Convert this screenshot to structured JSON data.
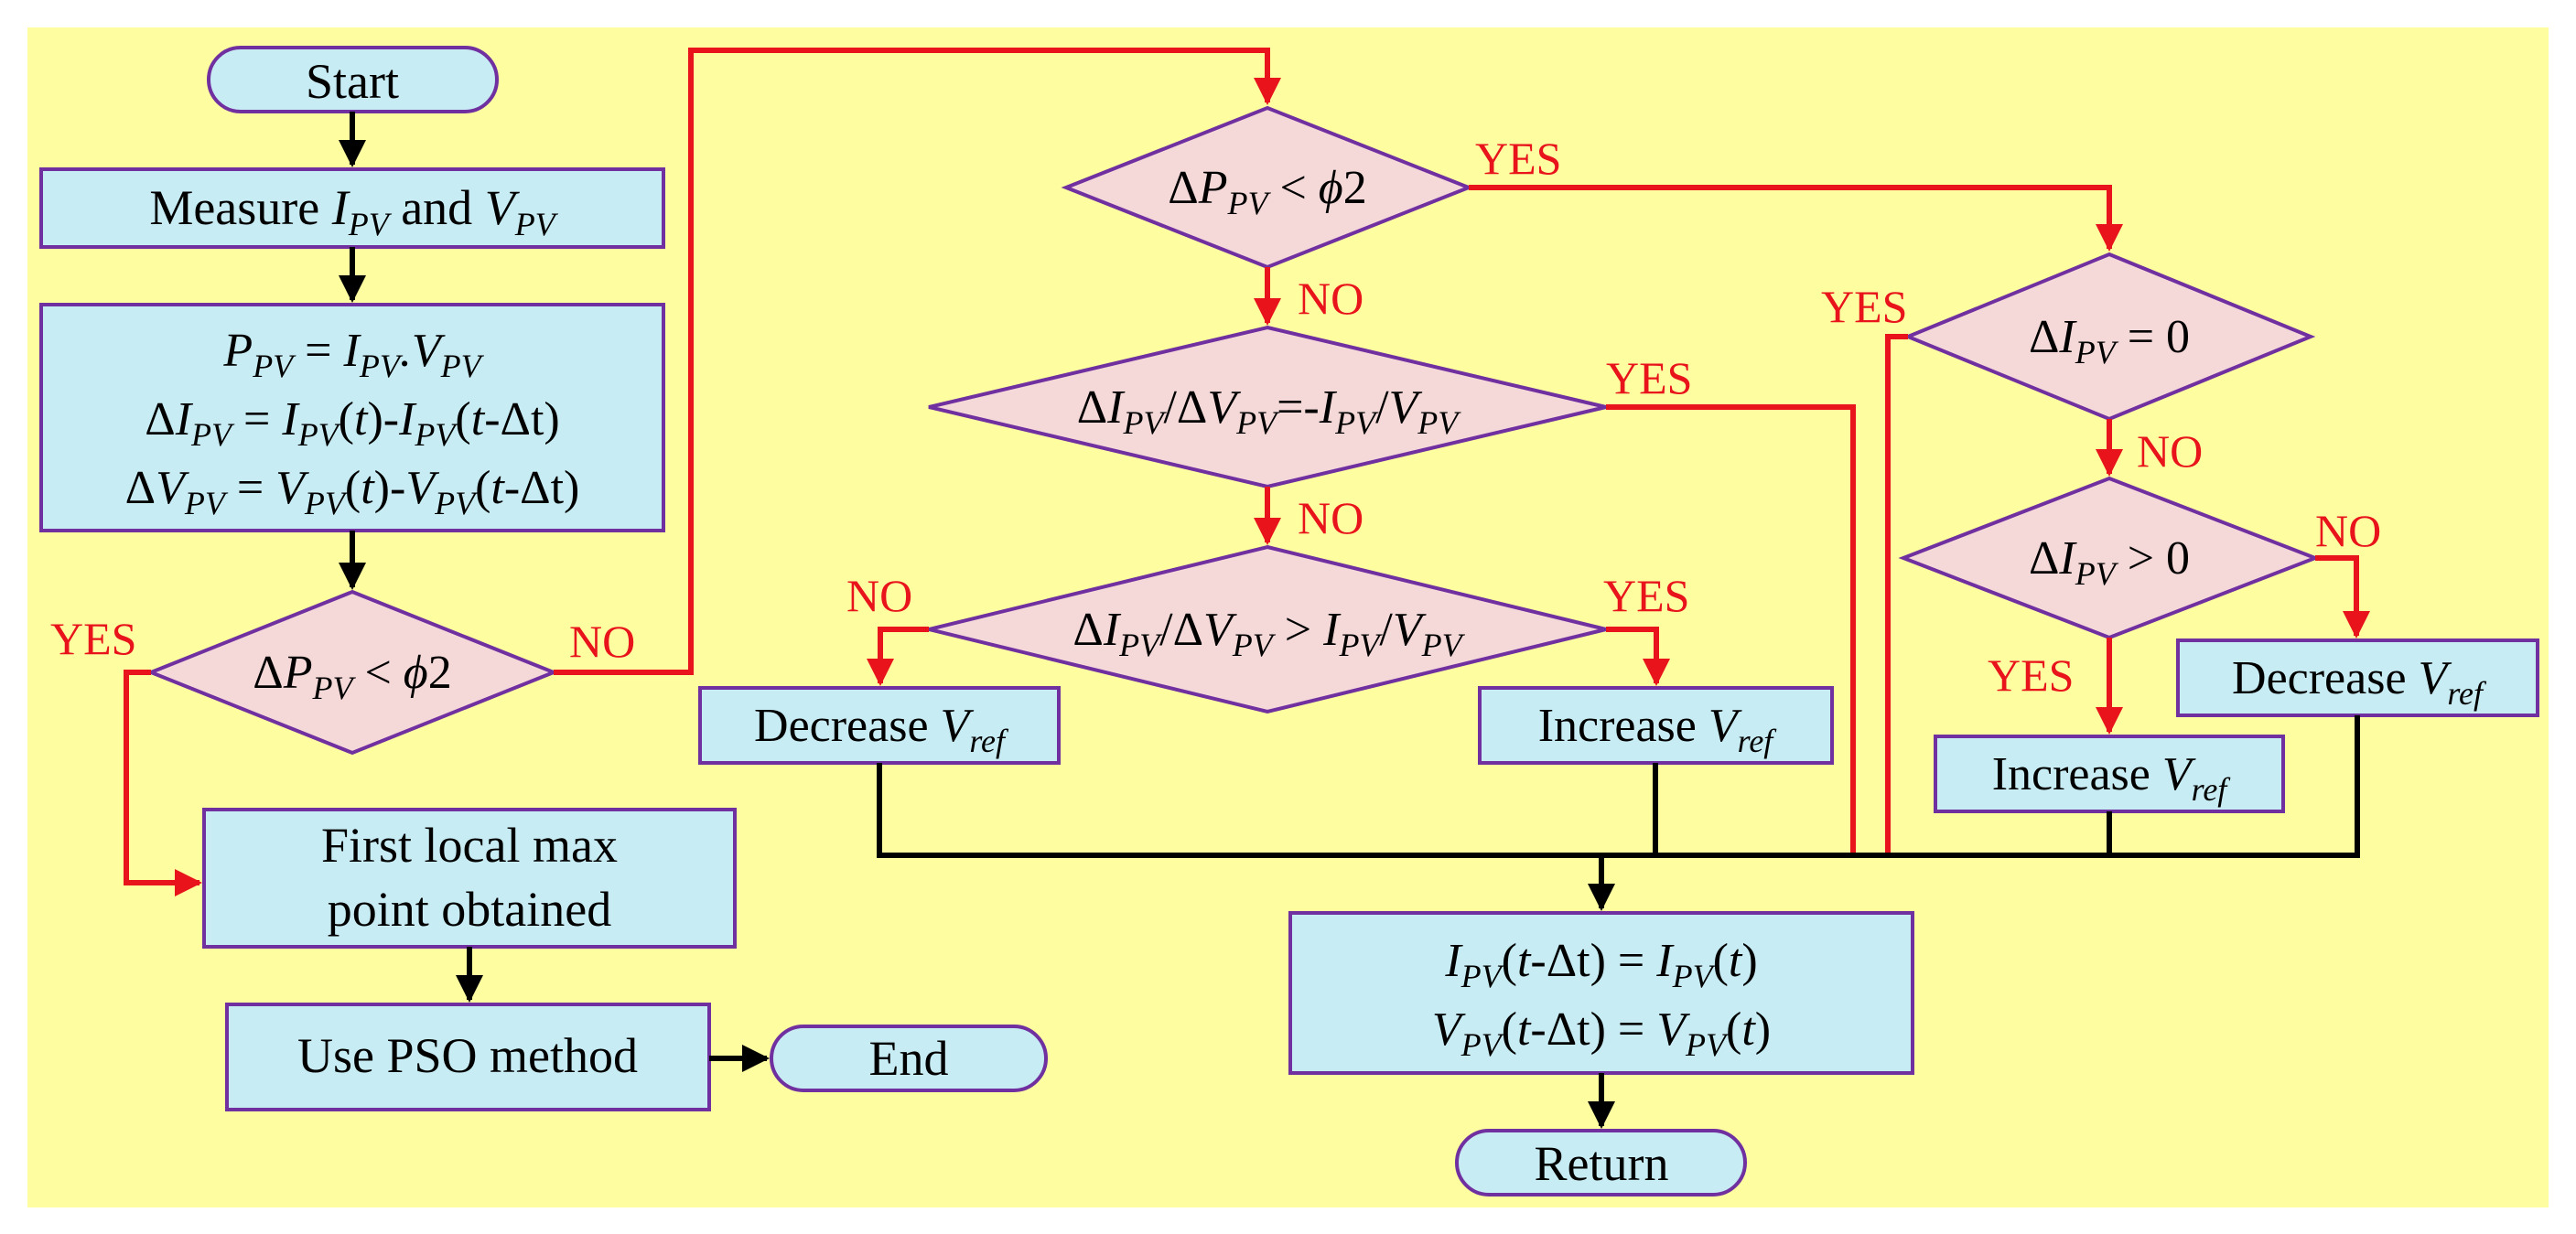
{
  "flowchart": {
    "start": "Start",
    "end": "End",
    "return": "Return",
    "measure": {
      "pre": "Measure ",
      "i": "I",
      "i_sub": "PV",
      "mid": " and ",
      "v": "V",
      "v_sub": "PV"
    },
    "calc": {
      "line1": {
        "a": "P",
        "a_sub": "PV",
        "b": " = ",
        "c": "I",
        "c_sub": "PV",
        "d": ".",
        "e": "V",
        "e_sub": "PV"
      },
      "line2": {
        "a": "Δ",
        "b": "I",
        "b_sub": "PV",
        "c": " = ",
        "d": "I",
        "d_sub": "PV",
        "e": "(",
        "f": "t",
        "g": ")-",
        "h": "I",
        "h_sub": "PV",
        "i": "(",
        "j": "t",
        "k": "-Δt)"
      },
      "line3": {
        "a": "Δ",
        "b": "V",
        "b_sub": "PV",
        "c": " = ",
        "d": "V",
        "d_sub": "PV",
        "e": "(",
        "f": "t",
        "g": ")-",
        "h": "V",
        "h_sub": "PV",
        "i": "(",
        "j": "t",
        "k": "-Δt)"
      }
    },
    "decision_left": {
      "a": "Δ",
      "b": "P",
      "b_sub": "PV",
      "c": " < ",
      "d": "ϕ",
      "e": "2"
    },
    "first_local": {
      "line1": "First local max",
      "line2": "point obtained"
    },
    "pso": "Use PSO method",
    "decision_top": {
      "a": "Δ",
      "b": "P",
      "b_sub": "PV",
      "c": " < ",
      "d": "ϕ",
      "e": "2"
    },
    "decision_eq": {
      "a": "Δ",
      "b": "I",
      "b_sub": "PV",
      "c": "/Δ",
      "d": "V",
      "d_sub": "PV",
      "e": "=-",
      "f": "I",
      "f_sub": "PV",
      "g": "/",
      "h": "V",
      "h_sub": "PV"
    },
    "decision_gt": {
      "a": "Δ",
      "b": "I",
      "b_sub": "PV",
      "c": "/Δ",
      "d": "V",
      "d_sub": "PV",
      "e": " > ",
      "f": "I",
      "f_sub": "PV",
      "g": "/",
      "h": "V",
      "h_sub": "PV"
    },
    "decision_di0": {
      "a": "Δ",
      "b": "I",
      "b_sub": "PV",
      "c": " = 0"
    },
    "decision_digt": {
      "a": "Δ",
      "b": "I",
      "b_sub": "PV",
      "c": " > 0"
    },
    "decrease_label": {
      "a": "Decrease ",
      "b": "V",
      "b_sub": "ref"
    },
    "increase_label": {
      "a": "Increase ",
      "b": "V",
      "b_sub": "ref"
    },
    "update": {
      "line1": {
        "a": "I",
        "a_sub": "PV",
        "b": "(",
        "c": "t",
        "d": "-Δt) = ",
        "e": "I",
        "e_sub": "PV",
        "f": "(",
        "g": "t",
        "h": ")"
      },
      "line2": {
        "a": "V",
        "a_sub": "PV",
        "b": "(",
        "c": "t",
        "d": "-Δt) = ",
        "e": "V",
        "e_sub": "PV",
        "f": "(",
        "g": "t",
        "h": ")"
      }
    },
    "labels": {
      "yes": "YES",
      "no": "NO"
    }
  },
  "colors": {
    "background": "#fefea0",
    "process_fill": "#c7ecf4",
    "decision_fill": "#f5d9d9",
    "border": "#7030a0",
    "red_arrow": "#e8131b",
    "black_arrow": "#000000"
  }
}
